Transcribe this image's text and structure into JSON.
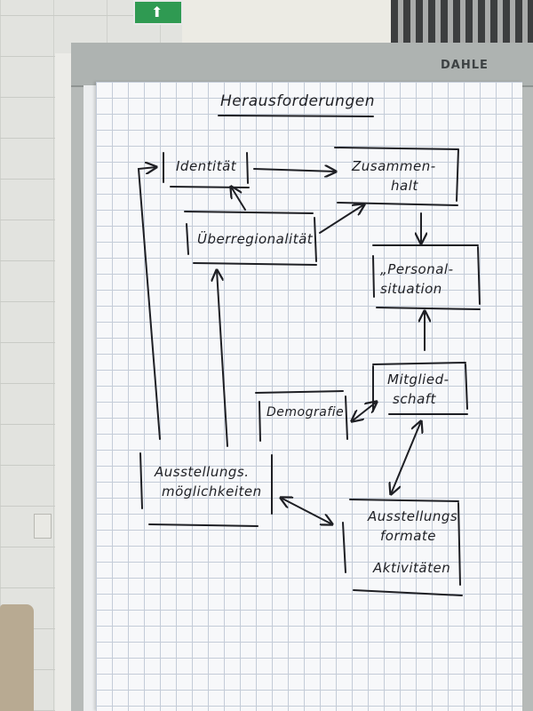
{
  "scene": {
    "brand": "DAHLE",
    "exit_sign_glyph": "⬆",
    "paper_color": "#f7f8fa",
    "ink_color": "#1e1f24"
  },
  "flipchart": {
    "title": "Herausforderungen",
    "boxes": {
      "identitaet": "Identität",
      "zusammenhalt_1": "Zusammen-",
      "zusammenhalt_2": "halt",
      "ueberregionalitaet": "Überregionalität",
      "personal_1": "„Personal-",
      "personal_2": "situation",
      "mitgliedschaft_1": "Mitglied-",
      "mitgliedschaft_2": "schaft",
      "demografie": "Demografie",
      "moeglichkeiten_1": "Ausstellungs.",
      "moeglichkeiten_2": "möglichkeiten",
      "formate_1": "Ausstellungs",
      "formate_2": "formate",
      "formate_3": "Aktivitäten"
    }
  }
}
